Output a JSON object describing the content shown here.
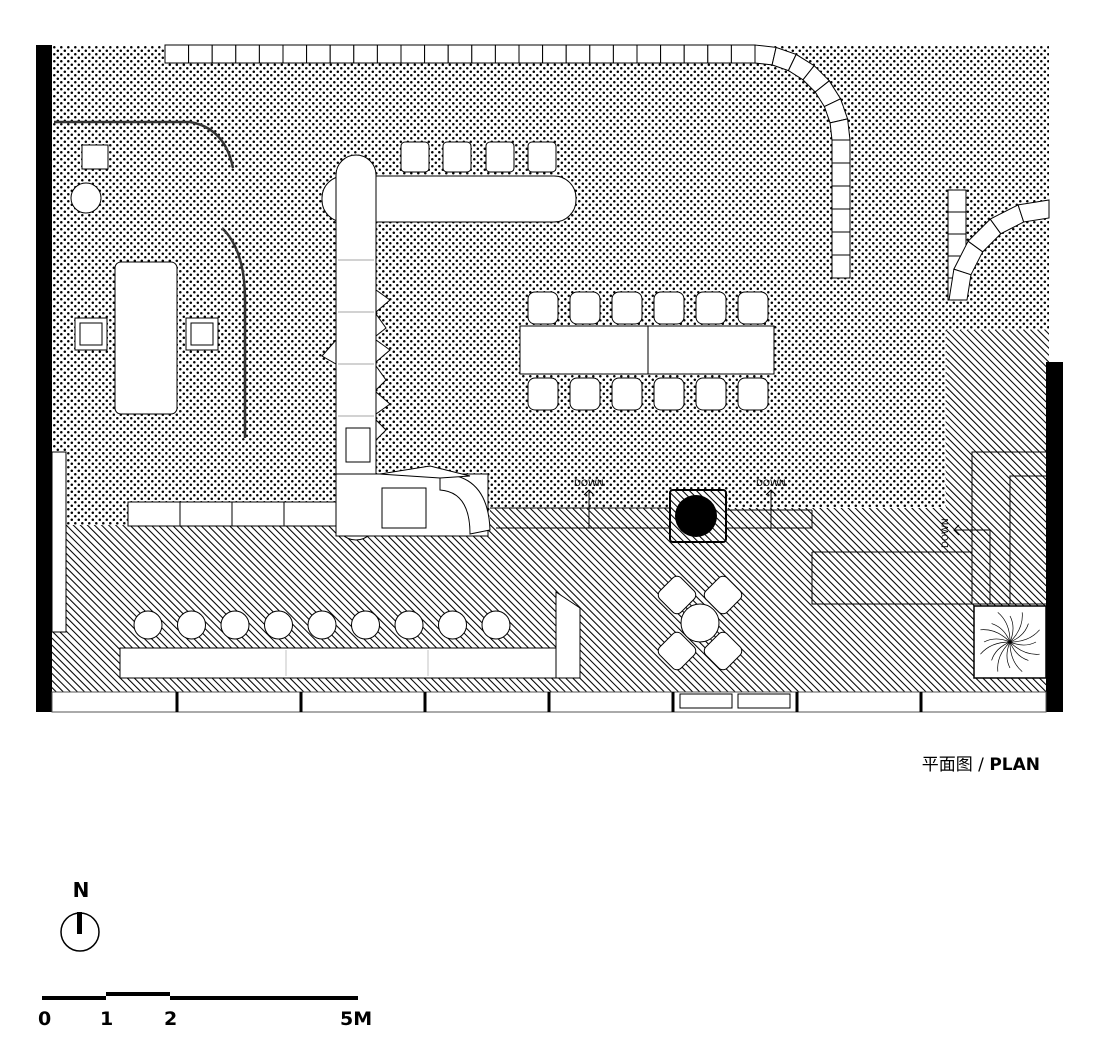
{
  "title": {
    "chinese": "平面图",
    "separator": " / ",
    "english": "PLAN"
  },
  "annotations": {
    "down_left": "DOWN",
    "down_center": "DOWN",
    "down_right": "DOWN"
  },
  "north_arrow": {
    "label": "N"
  },
  "scale_bar": {
    "labels": [
      "0",
      "1",
      "2",
      "5M"
    ]
  },
  "colors": {
    "ink": "#000000",
    "paper": "#ffffff",
    "window_frame": "#555555"
  }
}
